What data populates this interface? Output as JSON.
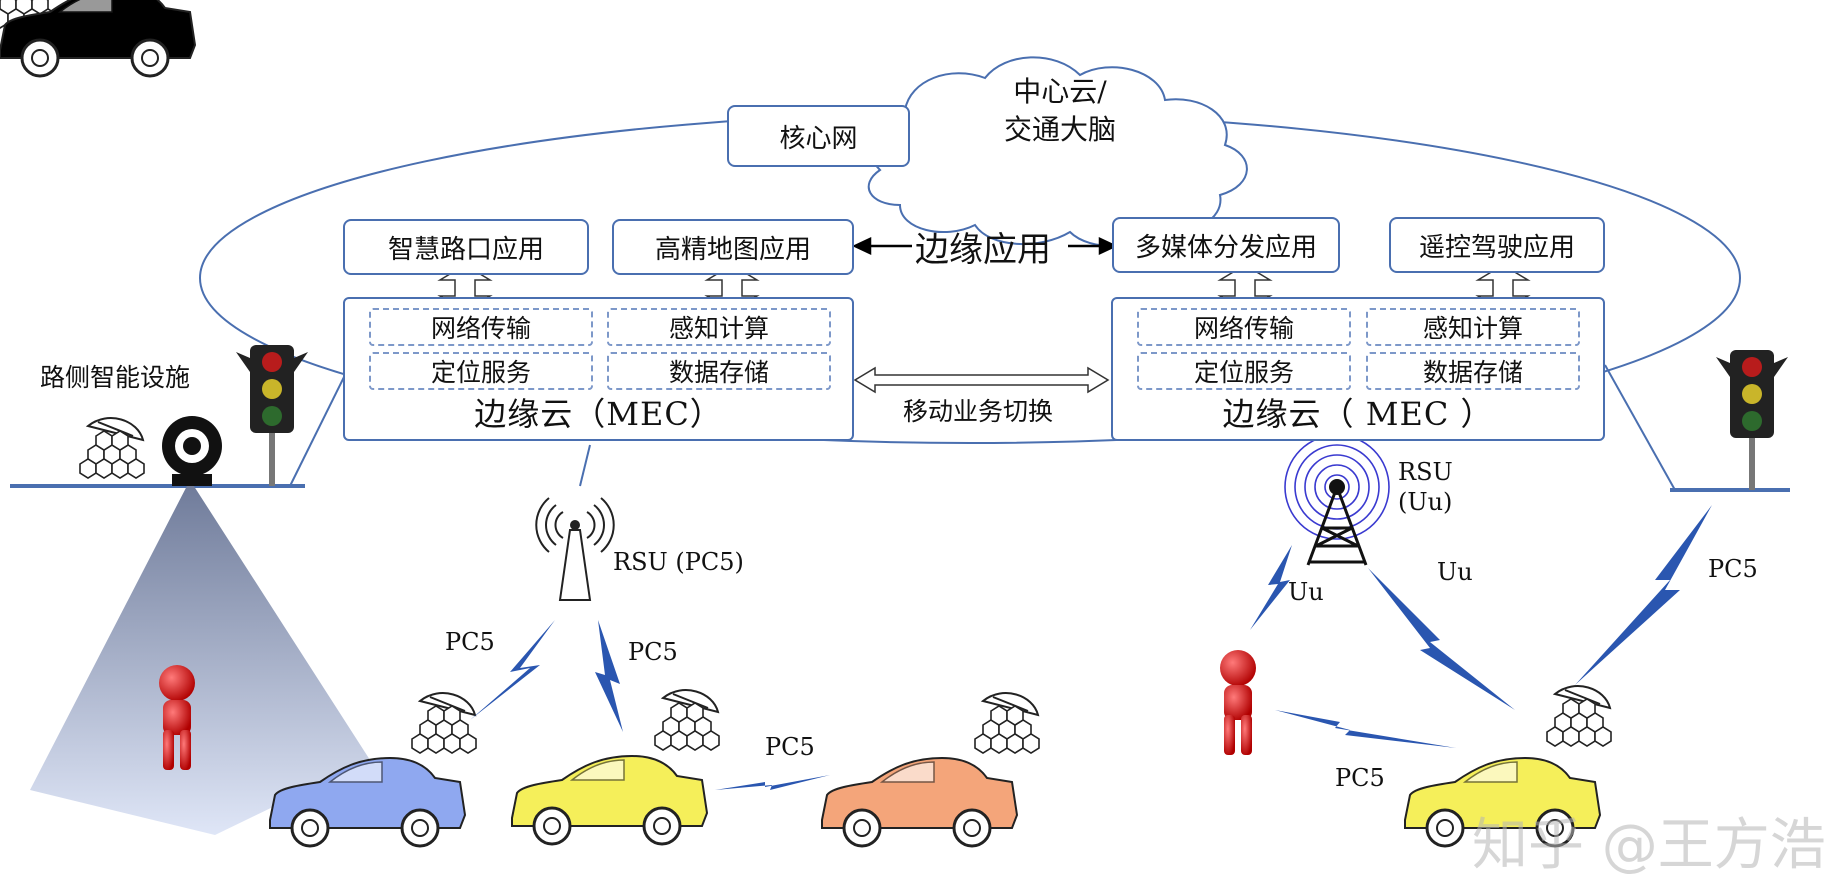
{
  "cloud": {
    "line1": "中心云/",
    "line2": "交通大脑"
  },
  "core_network": "核心网",
  "edge_apps_label": "边缘应用",
  "apps": {
    "smart_intersection": "智慧路口应用",
    "hd_map": "高精地图应用",
    "multimedia": "多媒体分发应用",
    "remote_driving": "遥控驾驶应用"
  },
  "mec_left": {
    "network": "网络传输",
    "perception": "感知计算",
    "positioning": "定位服务",
    "storage": "数据存储",
    "title": "边缘云（MEC）"
  },
  "mec_right": {
    "network": "网络传输",
    "perception": "感知计算",
    "positioning": "定位服务",
    "storage": "数据存储",
    "title": "边缘云（ MEC ）"
  },
  "mobility_handover": "移动业务切换",
  "roadside": "路侧智能设施",
  "rsu_pc5": "RSU (PC5)",
  "rsu_uu_line1": "RSU",
  "rsu_uu_line2": "(Uu)",
  "links": {
    "pc5_a": "PC5",
    "pc5_b": "PC5",
    "pc5_c": "PC5",
    "pc5_d": "PC5",
    "pc5_e": "PC5",
    "uu_a": "Uu",
    "uu_b": "Uu"
  },
  "watermark": "知乎 @王方浩",
  "colors": {
    "frame": "#4a6fb0",
    "lightning": "#2a56b0",
    "car_blue": "#8fa8f0",
    "car_yellow": "#f5ef5a",
    "car_orange": "#f4a57a",
    "person": "#d01818"
  }
}
